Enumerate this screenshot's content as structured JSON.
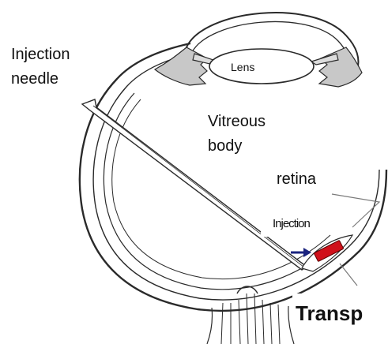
{
  "labels": {
    "needle_line1": "Injection",
    "needle_line2": "needle",
    "lens": "Lens",
    "vitreous_line1": "Vitreous",
    "vitreous_line2": "body",
    "retina": "retina",
    "injection": "Injection",
    "transplant": "Transp"
  },
  "colors": {
    "line": "#2a2a2a",
    "gray": "#7a7a7a",
    "arrow": "#1a237e",
    "graft": "#d0101a"
  }
}
